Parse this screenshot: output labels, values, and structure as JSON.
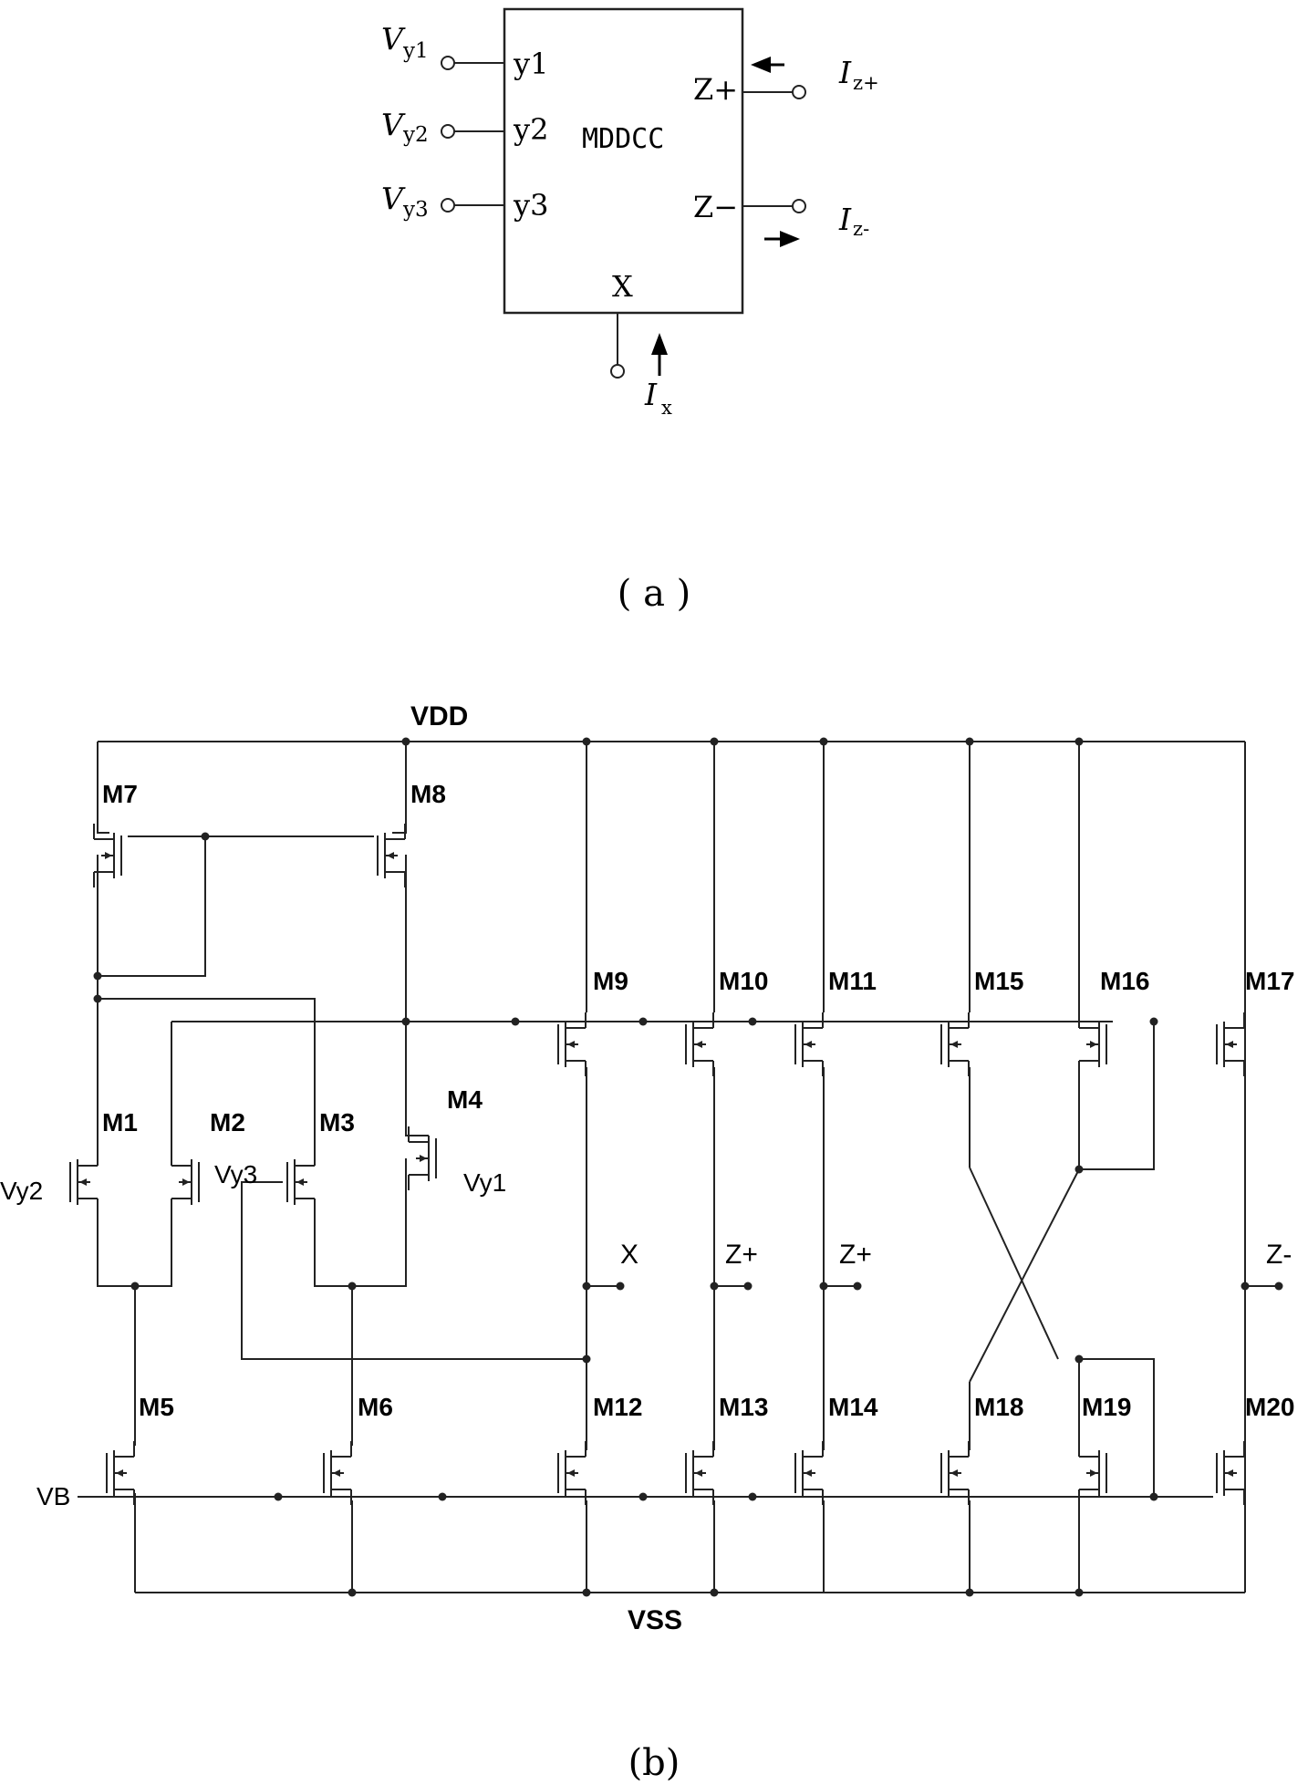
{
  "diagram_a": {
    "block_label": "MDDCC",
    "ports": {
      "y1": "y1",
      "y2": "y2",
      "y3": "y3",
      "zplus": "Z+",
      "zminus": "Z−",
      "x": "X"
    },
    "signals": {
      "vy1": {
        "base": "V",
        "sub": "y1"
      },
      "vy2": {
        "base": "V",
        "sub": "y2"
      },
      "vy3": {
        "base": "V",
        "sub": "y3"
      },
      "izplus": {
        "base": "I",
        "sub": "z+"
      },
      "izminus": {
        "base": "I",
        "sub": "z-"
      },
      "ix": {
        "base": "I",
        "sub": "x"
      }
    },
    "caption": "( a )"
  },
  "diagram_b": {
    "supply_top": "VDD",
    "supply_bottom": "VSS",
    "bias": "VB",
    "transistors": [
      "M1",
      "M2",
      "M3",
      "M4",
      "M5",
      "M6",
      "M7",
      "M8",
      "M9",
      "M10",
      "M11",
      "M12",
      "M13",
      "M14",
      "M15",
      "M16",
      "M17",
      "M18",
      "M19",
      "M20"
    ],
    "inputs": {
      "vy1": "Vy1",
      "vy2": "Vy2",
      "vy3": "Vy3"
    },
    "outputs": {
      "x": "X",
      "zplus1": "Z+",
      "zplus2": "Z+",
      "zminus": "Z-"
    },
    "caption": "(b)"
  }
}
